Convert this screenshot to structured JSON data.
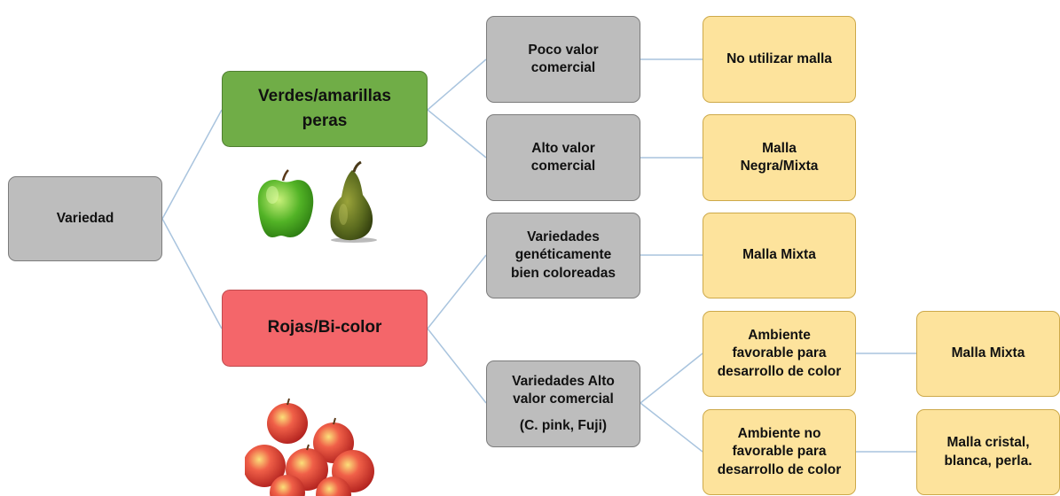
{
  "root": {
    "label": "Variedad",
    "color": "#bdbdbd"
  },
  "branches": [
    {
      "lines": [
        "Verdes/amarillas",
        "peras"
      ],
      "color": "#70ad47",
      "image": "green-apple-and-pear",
      "children": [
        {
          "lines": [
            "Poco valor",
            "comercial"
          ],
          "result": [
            "No utilizar malla"
          ]
        },
        {
          "lines": [
            "Alto valor",
            "comercial"
          ],
          "result": [
            "Malla",
            "Negra/Mixta"
          ]
        }
      ]
    },
    {
      "lines": [
        "Rojas/Bi-color"
      ],
      "color": "#f4666a",
      "image": "red-apples",
      "children": [
        {
          "lines": [
            "Variedades",
            "genéticamente",
            "bien coloreadas"
          ],
          "result": [
            "Malla Mixta"
          ]
        },
        {
          "lines": [
            "Variedades Alto",
            "valor comercial",
            "(C. pink, Fuji)"
          ],
          "children": [
            {
              "lines": [
                "Ambiente",
                "favorable para",
                "desarrollo de color"
              ],
              "result": [
                "Malla Mixta"
              ]
            },
            {
              "lines": [
                "Ambiente no",
                "favorable para",
                "desarrollo de color"
              ],
              "result": [
                "Malla cristal,",
                "blanca, perla."
              ]
            }
          ]
        }
      ]
    }
  ],
  "colors": {
    "gray_node": "#bdbdbd",
    "yellow_node": "#fde39c",
    "connector": "#a9c4de"
  }
}
